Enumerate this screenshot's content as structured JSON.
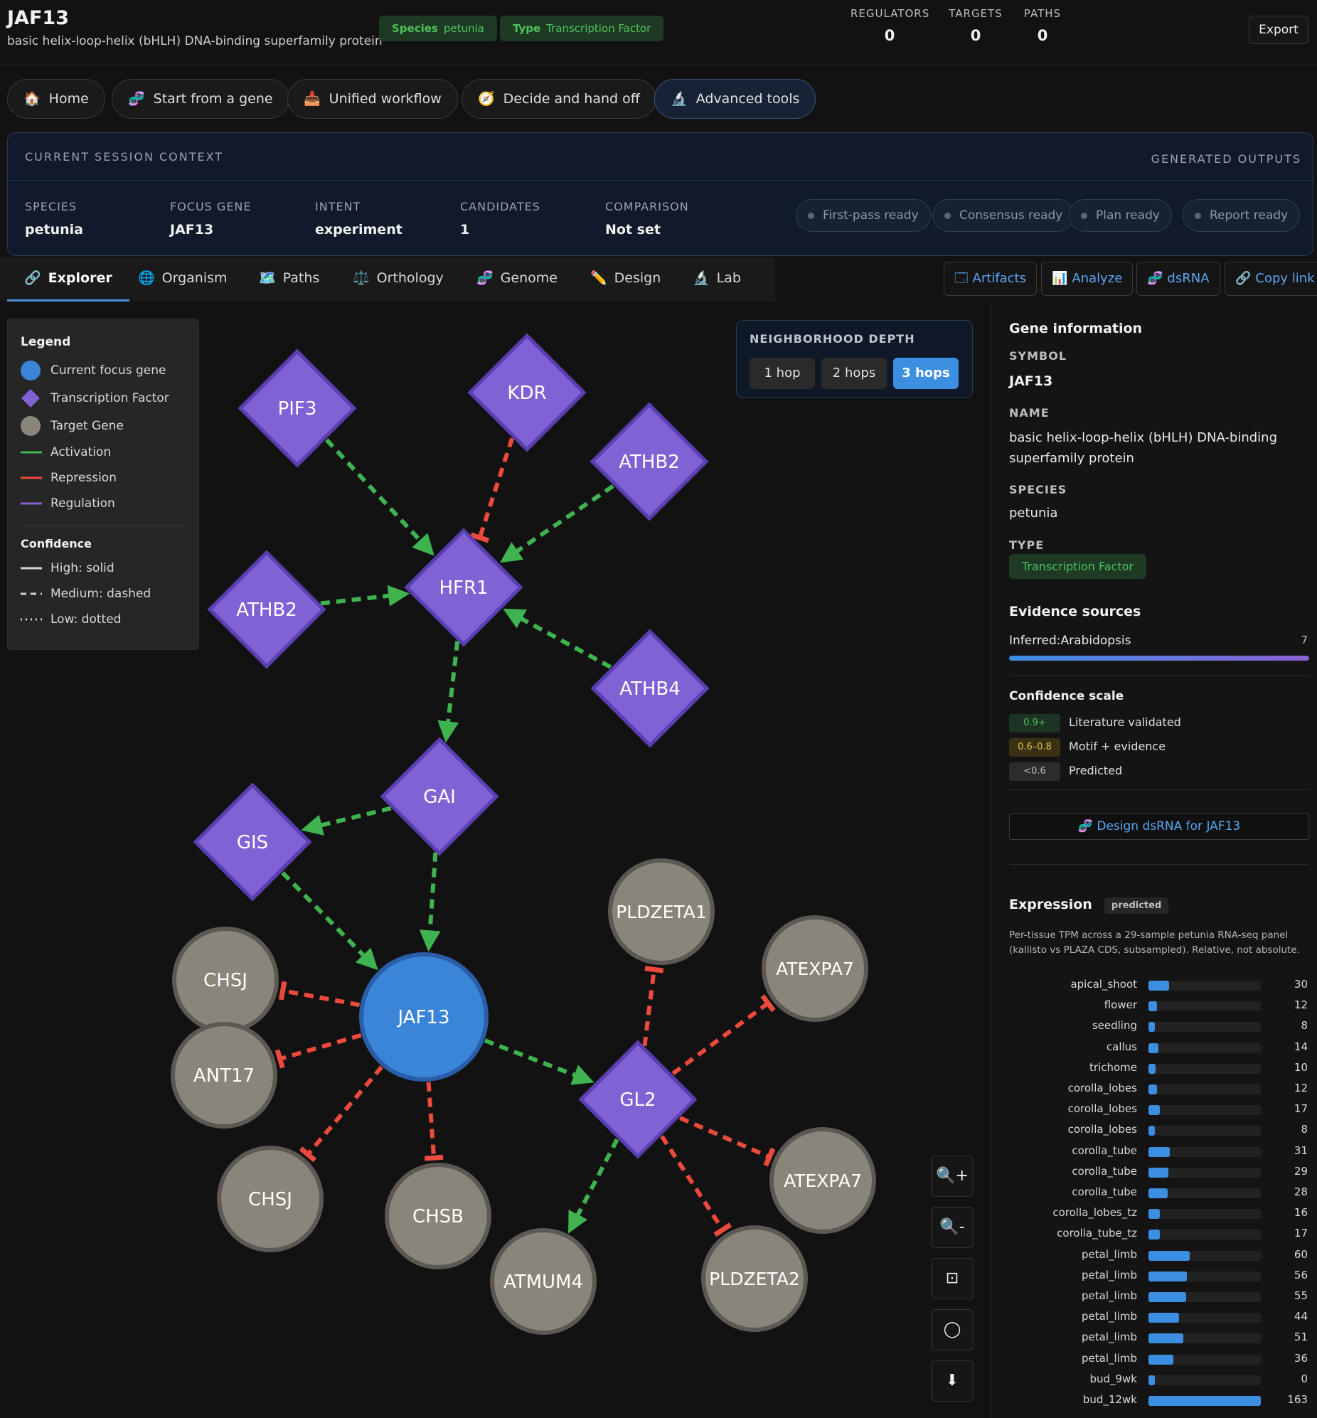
{
  "header": {
    "gene_symbol": "JAF13",
    "gene_name": "basic helix-loop-helix (bHLH) DNA-binding superfamily protein",
    "species_label": "Species",
    "species_value": "petunia",
    "type_label": "Type",
    "type_value": "Transcription Factor",
    "stats": [
      {
        "label": "REGULATORS",
        "value": "0"
      },
      {
        "label": "TARGETS",
        "value": "0"
      },
      {
        "label": "PATHS",
        "value": "0"
      }
    ],
    "export_label": "Export"
  },
  "nav": [
    {
      "label": "Home",
      "icon": "house-icon",
      "glyph": "🏠"
    },
    {
      "label": "Start from a gene",
      "icon": "dna-icon",
      "glyph": "🧬"
    },
    {
      "label": "Unified workflow",
      "icon": "inbox-tray-icon",
      "glyph": "📥"
    },
    {
      "label": "Decide and hand off",
      "icon": "compass-icon",
      "glyph": "🧭"
    },
    {
      "label": "Advanced tools",
      "icon": "microscope-icon",
      "glyph": "🔬"
    }
  ],
  "session": {
    "title": "CURRENT SESSION CONTEXT",
    "outputs_title": "GENERATED OUTPUTS",
    "fields": [
      {
        "label": "SPECIES",
        "value": "petunia"
      },
      {
        "label": "FOCUS GENE",
        "value": "JAF13"
      },
      {
        "label": "INTENT",
        "value": "experiment"
      },
      {
        "label": "CANDIDATES",
        "value": "1"
      },
      {
        "label": "COMPARISON",
        "value": "Not set"
      }
    ],
    "outputs": [
      "First-pass ready",
      "Consensus ready",
      "Plan ready",
      "Report ready"
    ]
  },
  "tabs": [
    {
      "label": "Explorer",
      "icon": "link-icon",
      "glyph": "🔗"
    },
    {
      "label": "Organism",
      "icon": "globe-icon",
      "glyph": "🌐"
    },
    {
      "label": "Paths",
      "icon": "map-icon",
      "glyph": "🗺️"
    },
    {
      "label": "Orthology",
      "icon": "balance-scale-icon",
      "glyph": "⚖️"
    },
    {
      "label": "Genome",
      "icon": "dna-icon",
      "glyph": "🧬"
    },
    {
      "label": "Design",
      "icon": "pencil-icon",
      "glyph": "✏️"
    },
    {
      "label": "Lab",
      "icon": "microscope-icon",
      "glyph": "🔬"
    }
  ],
  "tools": [
    {
      "label": "Artifacts",
      "icon": "window-icon",
      "glyph": "🗔"
    },
    {
      "label": "Analyze",
      "icon": "bar-chart-icon",
      "glyph": "📊"
    },
    {
      "label": "dsRNA",
      "icon": "dna-icon",
      "glyph": "🧬"
    },
    {
      "label": "Copy link",
      "icon": "link-icon",
      "glyph": "🔗"
    }
  ],
  "legend": {
    "title": "Legend",
    "items": [
      "Current focus gene",
      "Transcription Factor",
      "Target Gene",
      "Activation",
      "Repression",
      "Regulation"
    ],
    "confidence_title": "Confidence",
    "confidence_items": [
      "High: solid",
      "Medium: dashed",
      "Low: dotted"
    ],
    "colors": {
      "focus": "#3a85d8",
      "tf": "#8062d4",
      "target": "#8a857b",
      "activation": "#3fb34f",
      "repression": "#ec4a3c",
      "regulation": "#8a62d4"
    }
  },
  "depth": {
    "title": "NEIGHBORHOOD DEPTH",
    "options": [
      "1 hop",
      "2 hops",
      "3 hops"
    ],
    "selected": "3 hops"
  },
  "graph": {
    "nodes": [
      {
        "id": "pif3",
        "label": "PIF3",
        "kind": "tf"
      },
      {
        "id": "kdr",
        "label": "KDR",
        "kind": "tf"
      },
      {
        "id": "athb2a",
        "label": "ATHB2",
        "kind": "tf"
      },
      {
        "id": "athb2b",
        "label": "ATHB2",
        "kind": "tf"
      },
      {
        "id": "hfr1",
        "label": "HFR1",
        "kind": "tf"
      },
      {
        "id": "athb4",
        "label": "ATHB4",
        "kind": "tf"
      },
      {
        "id": "gai",
        "label": "GAI",
        "kind": "tf"
      },
      {
        "id": "gis",
        "label": "GIS",
        "kind": "tf"
      },
      {
        "id": "jaf13",
        "label": "JAF13",
        "kind": "focus"
      },
      {
        "id": "gl2",
        "label": "GL2",
        "kind": "tf"
      },
      {
        "id": "chsj1",
        "label": "CHSJ",
        "kind": "target"
      },
      {
        "id": "ant17",
        "label": "ANT17",
        "kind": "target"
      },
      {
        "id": "chsj2",
        "label": "CHSJ",
        "kind": "target"
      },
      {
        "id": "chsb",
        "label": "CHSB",
        "kind": "target"
      },
      {
        "id": "pldzeta1",
        "label": "PLDZETA1",
        "kind": "target"
      },
      {
        "id": "atexpa7a",
        "label": "ATEXPA7",
        "kind": "target"
      },
      {
        "id": "atexpa7b",
        "label": "ATEXPA7",
        "kind": "target"
      },
      {
        "id": "atmum4",
        "label": "ATMUM4",
        "kind": "target"
      },
      {
        "id": "pldzeta2",
        "label": "PLDZETA2",
        "kind": "target"
      }
    ],
    "edges": [
      {
        "from": "pif3",
        "to": "hfr1",
        "type": "activation"
      },
      {
        "from": "kdr",
        "to": "hfr1",
        "type": "repression"
      },
      {
        "from": "athb2a",
        "to": "hfr1",
        "type": "activation"
      },
      {
        "from": "athb2b",
        "to": "hfr1",
        "type": "activation"
      },
      {
        "from": "athb4",
        "to": "hfr1",
        "type": "activation"
      },
      {
        "from": "hfr1",
        "to": "gai",
        "type": "activation"
      },
      {
        "from": "gai",
        "to": "gis",
        "type": "activation"
      },
      {
        "from": "gai",
        "to": "jaf13",
        "type": "activation"
      },
      {
        "from": "gis",
        "to": "jaf13",
        "type": "activation"
      },
      {
        "from": "jaf13",
        "to": "chsj1",
        "type": "repression"
      },
      {
        "from": "jaf13",
        "to": "ant17",
        "type": "repression"
      },
      {
        "from": "jaf13",
        "to": "chsj2",
        "type": "repression"
      },
      {
        "from": "jaf13",
        "to": "chsb",
        "type": "repression"
      },
      {
        "from": "jaf13",
        "to": "gl2",
        "type": "activation"
      },
      {
        "from": "gl2",
        "to": "pldzeta1",
        "type": "repression"
      },
      {
        "from": "gl2",
        "to": "atexpa7a",
        "type": "repression"
      },
      {
        "from": "gl2",
        "to": "atexpa7b",
        "type": "repression"
      },
      {
        "from": "gl2",
        "to": "atmum4",
        "type": "activation"
      },
      {
        "from": "gl2",
        "to": "pldzeta2",
        "type": "repression"
      }
    ]
  },
  "zoom_controls": [
    {
      "name": "zoom-in-button",
      "glyph": "🔍+"
    },
    {
      "name": "zoom-out-button",
      "glyph": "🔍-"
    },
    {
      "name": "fit-view-button",
      "glyph": "⊡"
    },
    {
      "name": "circle-layout-button",
      "glyph": "◯"
    },
    {
      "name": "download-button",
      "glyph": "⬇"
    }
  ],
  "panel": {
    "title": "Gene information",
    "symbol_label": "SYMBOL",
    "symbol": "JAF13",
    "name_label": "NAME",
    "name": "basic helix-loop-helix (bHLH) DNA-binding superfamily protein",
    "species_label": "SPECIES",
    "species": "petunia",
    "type_label": "TYPE",
    "type": "Transcription Factor",
    "evidence_title": "Evidence sources",
    "evidence": {
      "label": "Inferred:Arabidopsis",
      "count": "7"
    },
    "confidence_title": "Confidence scale",
    "confidence": [
      {
        "chip": "0.9+",
        "label": "Literature validated",
        "bg": "#1d3323",
        "fg": "#52c260"
      },
      {
        "chip": "0.6–0.8",
        "label": "Motif + evidence",
        "bg": "#3a3114",
        "fg": "#e8c04a"
      },
      {
        "chip": "<0.6",
        "label": "Predicted",
        "bg": "#2c2c2c",
        "fg": "#bdbdbd"
      }
    ],
    "dsrna_button": "Design dsRNA for JAF13",
    "expression_title": "Expression",
    "expression_badge": "predicted",
    "expression_desc": "Per-tissue TPM across a 29-sample petunia RNA-seq panel (kallisto vs PLAZA CDS, subsampled). Relative, not absolute.",
    "expression": [
      {
        "tissue": "apical_shoot",
        "tpm": 30
      },
      {
        "tissue": "flower",
        "tpm": 12
      },
      {
        "tissue": "seedling",
        "tpm": 8
      },
      {
        "tissue": "callus",
        "tpm": 14
      },
      {
        "tissue": "trichome",
        "tpm": 10
      },
      {
        "tissue": "corolla_lobes",
        "tpm": 12
      },
      {
        "tissue": "corolla_lobes",
        "tpm": 17
      },
      {
        "tissue": "corolla_lobes",
        "tpm": 8
      },
      {
        "tissue": "corolla_tube",
        "tpm": 31
      },
      {
        "tissue": "corolla_tube",
        "tpm": 29
      },
      {
        "tissue": "corolla_tube",
        "tpm": 28
      },
      {
        "tissue": "corolla_lobes_tz",
        "tpm": 16
      },
      {
        "tissue": "corolla_tube_tz",
        "tpm": 17
      },
      {
        "tissue": "petal_limb",
        "tpm": 60
      },
      {
        "tissue": "petal_limb",
        "tpm": 56
      },
      {
        "tissue": "petal_limb",
        "tpm": 55
      },
      {
        "tissue": "petal_limb",
        "tpm": 44
      },
      {
        "tissue": "petal_limb",
        "tpm": 51
      },
      {
        "tissue": "petal_limb",
        "tpm": 36
      },
      {
        "tissue": "bud_9wk",
        "tpm": 0
      },
      {
        "tissue": "bud_12wk",
        "tpm": 163
      }
    ]
  }
}
